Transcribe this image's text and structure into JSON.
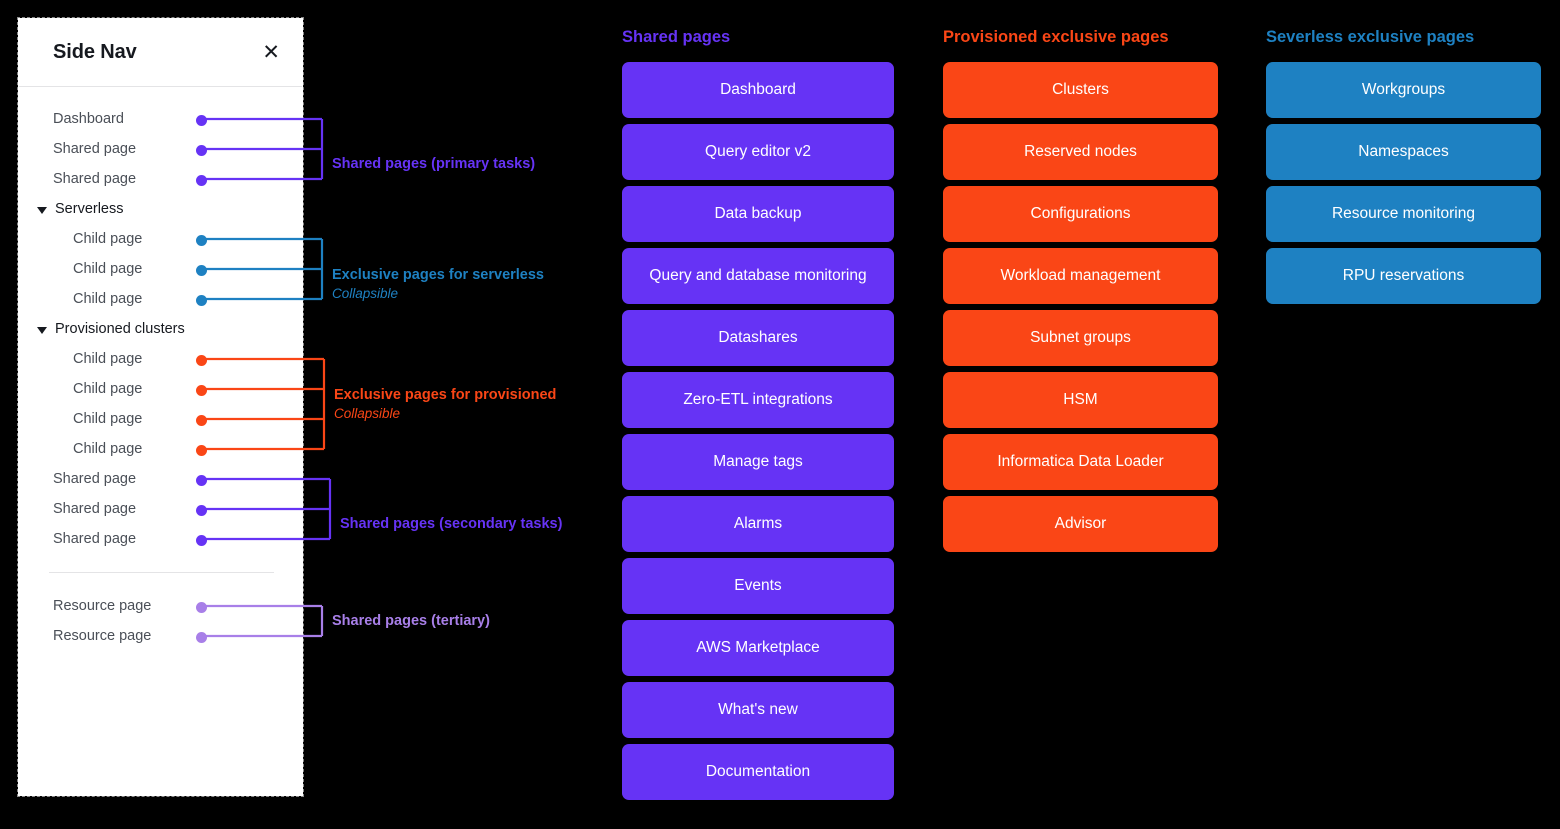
{
  "colors": {
    "purple": "#6633F5",
    "purple_light": "#A87FE8",
    "orange": "#FA4616",
    "blue": "#1E81C2",
    "background": "#000000",
    "panel": "#FFFFFF",
    "nav_text": "#4A4F57",
    "nav_heading": "#16191F"
  },
  "side_nav": {
    "title": "Side Nav",
    "close_icon": "close-icon",
    "items": [
      {
        "label": "Dashboard",
        "type": "item",
        "dot": "purple"
      },
      {
        "label": "Shared page",
        "type": "item",
        "dot": "purple"
      },
      {
        "label": "Shared page",
        "type": "item",
        "dot": "purple"
      },
      {
        "label": "Serverless",
        "type": "group",
        "dot": null
      },
      {
        "label": "Child page",
        "type": "child",
        "dot": "blue"
      },
      {
        "label": "Child page",
        "type": "child",
        "dot": "blue"
      },
      {
        "label": "Child page",
        "type": "child",
        "dot": "blue"
      },
      {
        "label": "Provisioned clusters",
        "type": "group",
        "dot": null
      },
      {
        "label": "Child page",
        "type": "child",
        "dot": "orange"
      },
      {
        "label": "Child page",
        "type": "child",
        "dot": "orange"
      },
      {
        "label": "Child page",
        "type": "child",
        "dot": "orange"
      },
      {
        "label": "Child page",
        "type": "child",
        "dot": "orange"
      },
      {
        "label": "Shared page",
        "type": "item",
        "dot": "purple"
      },
      {
        "label": "Shared page",
        "type": "item",
        "dot": "purple"
      },
      {
        "label": "Shared page",
        "type": "item",
        "dot": "purple"
      },
      {
        "label": "divider",
        "type": "divider",
        "dot": null
      },
      {
        "label": "Resource page",
        "type": "item",
        "dot": "purple_light"
      },
      {
        "label": "Resource page",
        "type": "item",
        "dot": "purple_light"
      }
    ]
  },
  "annotations": [
    {
      "main": "Shared pages (primary tasks)",
      "sub": "",
      "color": "#6633F5"
    },
    {
      "main": "Exclusive pages for serverless",
      "sub": "Collapsible",
      "color": "#1E81C2"
    },
    {
      "main": "Exclusive pages for provisioned",
      "sub": "Collapsible",
      "color": "#FA4616"
    },
    {
      "main": "Shared pages (secondary tasks)",
      "sub": "",
      "color": "#6633F5"
    },
    {
      "main": "Shared pages (tertiary)",
      "sub": "",
      "color": "#A87FE8"
    }
  ],
  "columns": [
    {
      "title": "Shared pages",
      "color": "#6633F5",
      "items": [
        "Dashboard",
        "Query editor v2",
        "Data backup",
        "Query and database monitoring",
        "Datashares",
        "Zero-ETL integrations",
        "Manage tags",
        "Alarms",
        "Events",
        "AWS Marketplace",
        "What's new",
        "Documentation"
      ]
    },
    {
      "title": "Provisioned exclusive pages",
      "color": "#FA4616",
      "items": [
        "Clusters",
        "Reserved nodes",
        "Configurations",
        "Workload management",
        "Subnet groups",
        "HSM",
        "Informatica Data Loader",
        "Advisor"
      ]
    },
    {
      "title": "Severless exclusive pages",
      "color": "#1E81C2",
      "items": [
        "Workgroups",
        "Namespaces",
        "Resource monitoring",
        "RPU reservations"
      ]
    }
  ]
}
